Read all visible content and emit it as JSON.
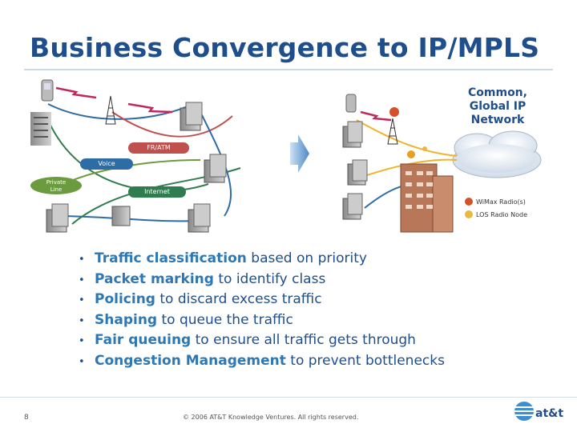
{
  "slide": {
    "title": "Business Convergence to IP/MPLS",
    "page_number": "8",
    "copyright": "© 2006 AT&T Knowledge Ventures. All rights reserved.",
    "logo_text": "at&t"
  },
  "diagram": {
    "left_labels": {
      "fr_atm": "FR/ATM",
      "voice": "Voice",
      "private_line": "Private Line",
      "internet": "Internet"
    },
    "right_title": [
      "Common,",
      "Global IP",
      "Network"
    ],
    "legend": {
      "wimax": "WiMax Radio(s)",
      "los": "LOS Radio Node"
    },
    "colors": {
      "fr_atm": "#c0504d",
      "voice": "#2d6ca5",
      "private_line": "#6c9b3f",
      "internet": "#2f7d4f",
      "cloud": "#d9e4ef"
    }
  },
  "bullets": [
    {
      "keyword": "Traffic classification",
      "rest": " based on priority"
    },
    {
      "keyword": "Packet marking",
      "rest": " to identify class"
    },
    {
      "keyword": "Policing",
      "rest": " to discard excess traffic"
    },
    {
      "keyword": "Shaping",
      "rest": " to queue the traffic"
    },
    {
      "keyword": "Fair queuing",
      "rest": " to ensure all traffic gets through"
    },
    {
      "keyword": "Congestion Management",
      "rest": " to prevent bottlenecks"
    }
  ]
}
